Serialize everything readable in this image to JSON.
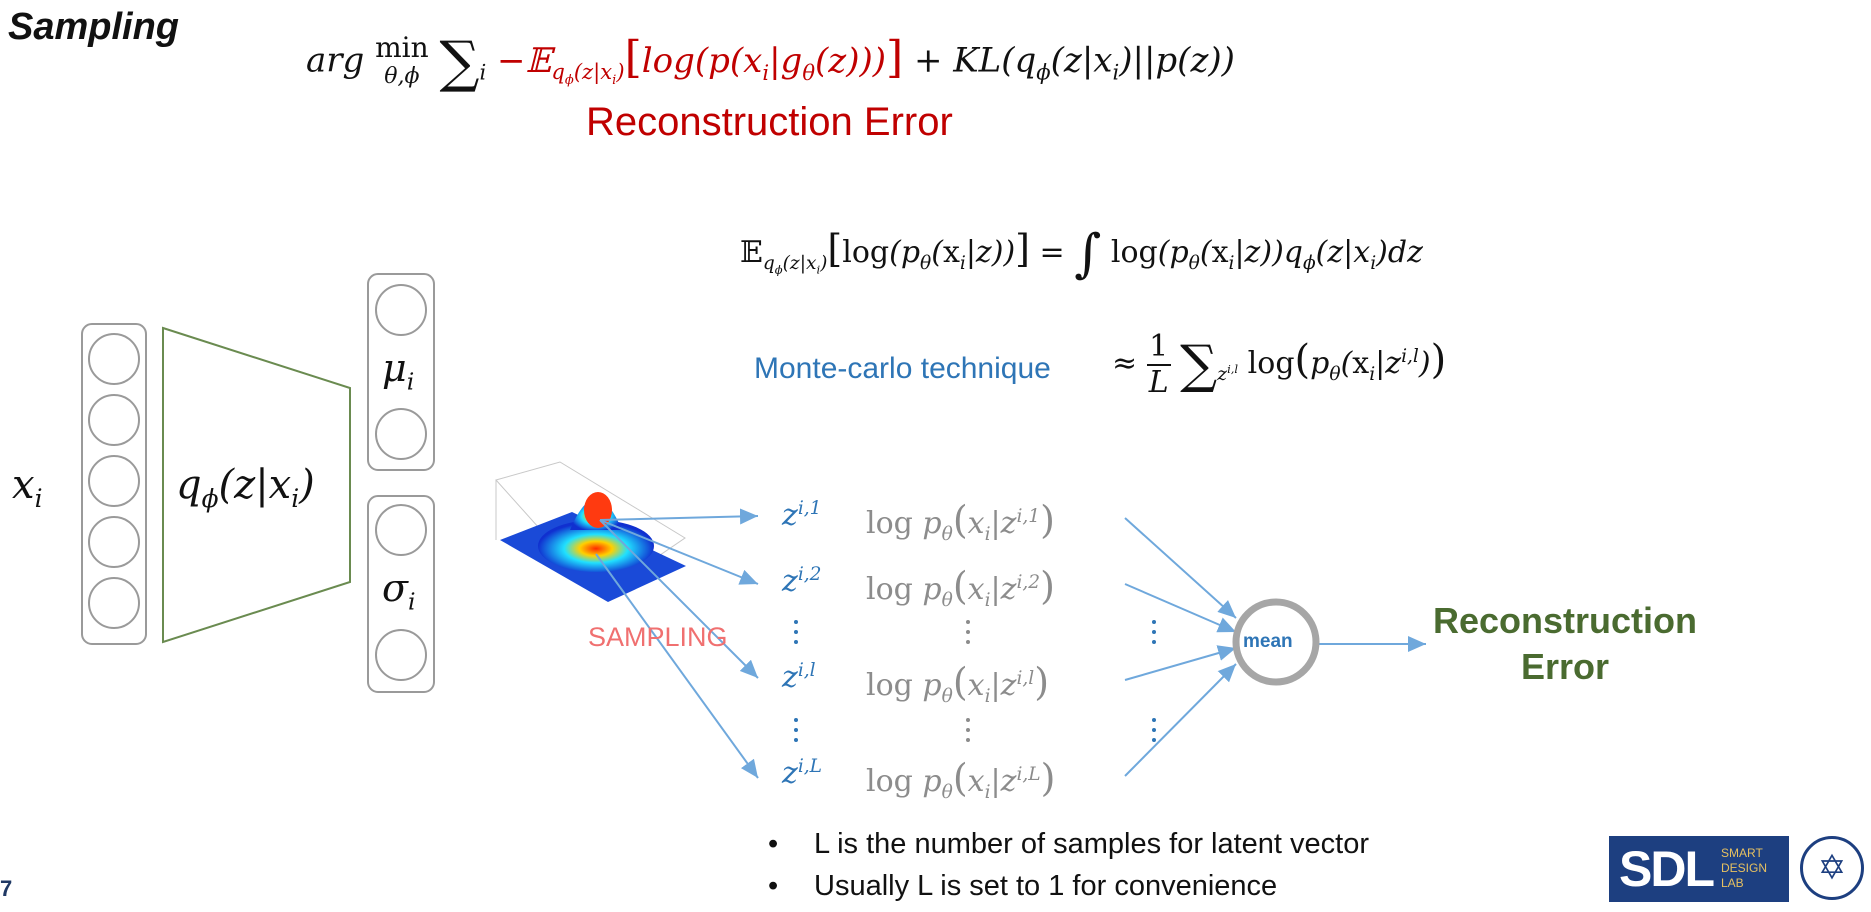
{
  "slide": {
    "title": "Sampling",
    "reconstruction_error_label": "Reconstruction Error",
    "monte_carlo_label": "Monte-carlo technique",
    "sampling_label": "SAMPLING",
    "mean_label": "mean",
    "output_label": "Reconstruction Error",
    "page_number": "7",
    "bullets": [
      "L is the number of samples for latent vector",
      "Usually L is set to 1 for convenience"
    ]
  },
  "logo": {
    "letters": "SDL",
    "text_lines": [
      "SMART",
      "DESIGN",
      "LAB"
    ]
  },
  "colors": {
    "red": "#c00000",
    "blue": "#2e75b6",
    "green": "#4a6b30",
    "arrow": "#6fa8dc",
    "gray": "#8c8c8c",
    "navy": "#1d3f80"
  },
  "icons": [
    "gaussian-surface-plot-icon",
    "university-seal-icon"
  ]
}
